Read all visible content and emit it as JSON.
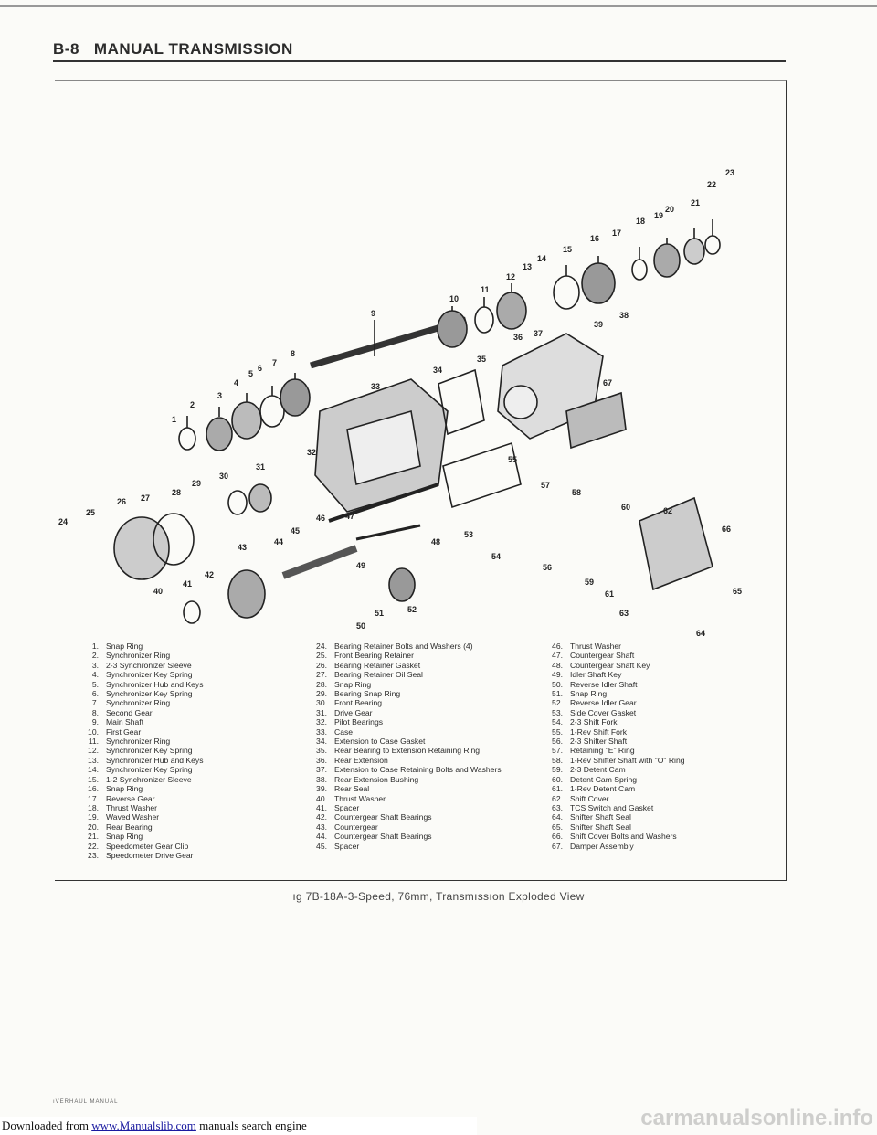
{
  "header": {
    "page_number": "B-8",
    "section_title": "MANUAL TRANSMISSION"
  },
  "diagram": {
    "callouts": [
      "1",
      "2",
      "3",
      "4",
      "5",
      "6",
      "7",
      "8",
      "9",
      "10",
      "11",
      "12",
      "13",
      "14",
      "15",
      "16",
      "17",
      "18",
      "19",
      "20",
      "21",
      "22",
      "23",
      "24",
      "25",
      "26",
      "27",
      "28",
      "29",
      "30",
      "31",
      "32",
      "33",
      "34",
      "35",
      "36",
      "37",
      "38",
      "39",
      "40",
      "41",
      "42",
      "43",
      "44",
      "45",
      "46",
      "47",
      "48",
      "49",
      "50",
      "51",
      "52",
      "53",
      "54",
      "55",
      "56",
      "57",
      "58",
      "59",
      "60",
      "61",
      "62",
      "63",
      "64",
      "65",
      "66",
      "67"
    ]
  },
  "legend": {
    "col1": [
      {
        "n": "1.",
        "t": "Snap Ring"
      },
      {
        "n": "2.",
        "t": "Synchronizer Ring"
      },
      {
        "n": "3.",
        "t": "2-3 Synchronizer Sleeve"
      },
      {
        "n": "4.",
        "t": "Synchronizer Key Spring"
      },
      {
        "n": "5.",
        "t": "Synchronizer Hub and Keys"
      },
      {
        "n": "6.",
        "t": "Synchronizer Key Spring"
      },
      {
        "n": "7.",
        "t": "Synchronizer Ring"
      },
      {
        "n": "8.",
        "t": "Second Gear"
      },
      {
        "n": "9.",
        "t": "Main Shaft"
      },
      {
        "n": "10.",
        "t": "First Gear"
      },
      {
        "n": "11.",
        "t": "Synchronizer Ring"
      },
      {
        "n": "12.",
        "t": "Synchronizer Key Spring"
      },
      {
        "n": "13.",
        "t": "Synchronizer Hub and Keys"
      },
      {
        "n": "14.",
        "t": "Synchronizer Key Spring"
      },
      {
        "n": "15.",
        "t": "1-2 Synchronizer Sleeve"
      },
      {
        "n": "16.",
        "t": "Snap Ring"
      },
      {
        "n": "17.",
        "t": "Reverse Gear"
      },
      {
        "n": "18.",
        "t": "Thrust Washer"
      },
      {
        "n": "19.",
        "t": "Waved Washer"
      },
      {
        "n": "20.",
        "t": "Rear Bearing"
      },
      {
        "n": "21.",
        "t": "Snap Ring"
      },
      {
        "n": "22.",
        "t": "Speedometer Gear Clip"
      },
      {
        "n": "23.",
        "t": "Speedometer Drive Gear"
      }
    ],
    "col2": [
      {
        "n": "24.",
        "t": "Bearing Retainer Bolts and Washers (4)"
      },
      {
        "n": "25.",
        "t": "Front Bearing Retainer"
      },
      {
        "n": "26.",
        "t": "Bearing Retainer Gasket"
      },
      {
        "n": "27.",
        "t": "Bearing Retainer Oil Seal"
      },
      {
        "n": "28.",
        "t": "Snap Ring"
      },
      {
        "n": "29.",
        "t": "Bearing Snap Ring"
      },
      {
        "n": "30.",
        "t": "Front Bearing"
      },
      {
        "n": "31.",
        "t": "Drive Gear"
      },
      {
        "n": "32.",
        "t": "Pilot Bearings"
      },
      {
        "n": "33.",
        "t": "Case"
      },
      {
        "n": "34.",
        "t": "Extension to Case Gasket"
      },
      {
        "n": "35.",
        "t": "Rear Bearing to Extension Retaining Ring"
      },
      {
        "n": "36.",
        "t": "Rear Extension"
      },
      {
        "n": "37.",
        "t": "Extension to Case Retaining Bolts and Washers"
      },
      {
        "n": "38.",
        "t": "Rear Extension Bushing"
      },
      {
        "n": "39.",
        "t": "Rear Seal"
      },
      {
        "n": "40.",
        "t": "Thrust Washer"
      },
      {
        "n": "41.",
        "t": "Spacer"
      },
      {
        "n": "42.",
        "t": "Countergear Shaft Bearings"
      },
      {
        "n": "43.",
        "t": "Countergear"
      },
      {
        "n": "44.",
        "t": "Countergear Shaft Bearings"
      },
      {
        "n": "45.",
        "t": "Spacer"
      }
    ],
    "col3": [
      {
        "n": "46.",
        "t": "Thrust Washer"
      },
      {
        "n": "47.",
        "t": "Countergear Shaft"
      },
      {
        "n": "48.",
        "t": "Countergear Shaft Key"
      },
      {
        "n": "49.",
        "t": "Idler Shaft Key"
      },
      {
        "n": "50.",
        "t": "Reverse Idler Shaft"
      },
      {
        "n": "51.",
        "t": "Snap Ring"
      },
      {
        "n": "52.",
        "t": "Reverse Idler Gear"
      },
      {
        "n": "53.",
        "t": "Side Cover Gasket"
      },
      {
        "n": "54.",
        "t": "2-3 Shift Fork"
      },
      {
        "n": "55.",
        "t": "1-Rev Shift Fork"
      },
      {
        "n": "56.",
        "t": "2-3 Shifter Shaft"
      },
      {
        "n": "57.",
        "t": "Retaining \"E\" Ring"
      },
      {
        "n": "58.",
        "t": "1-Rev Shifter Shaft with \"O\" Ring"
      },
      {
        "n": "59.",
        "t": "2-3 Detent Cam"
      },
      {
        "n": "60.",
        "t": "Detent Cam Spring"
      },
      {
        "n": "61.",
        "t": "1-Rev Detent Cam"
      },
      {
        "n": "62.",
        "t": "Shift Cover"
      },
      {
        "n": "63.",
        "t": "TCS Switch and Gasket"
      },
      {
        "n": "64.",
        "t": "Shifter Shaft Seal"
      },
      {
        "n": "65.",
        "t": "Shifter Shaft Seal"
      },
      {
        "n": "66.",
        "t": "Shift Cover Bolts and Washers"
      },
      {
        "n": "67.",
        "t": "Damper Assembly"
      }
    ]
  },
  "caption": "ıg 7B-18A-3-Speed, 76mm, Transmıssıon Exploded View",
  "footer": {
    "small_text": "ıVERHAUL MANUAL",
    "download_prefix": "Downloaded from ",
    "download_link": "www.Manualslib.com",
    "download_suffix": " manuals search engine",
    "watermark": "carmanualsonline.info"
  }
}
